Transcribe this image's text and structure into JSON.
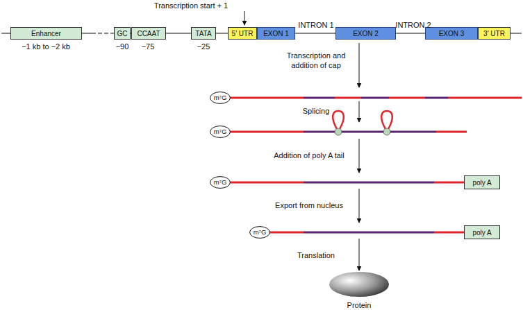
{
  "diagram": {
    "nodes": [
      {
        "text": [
          "Enhancer"
        ]
      },
      {
        "text": [
          "GC"
        ]
      },
      {
        "text": [
          "CCAAT"
        ]
      },
      {
        "text": [
          "TATA"
        ]
      },
      {
        "text": [
          "5′ UTR"
        ]
      },
      {
        "text": [
          "EXON 1"
        ]
      },
      {
        "text": [
          "EXON 2"
        ]
      },
      {
        "text": [
          "EXON 3"
        ]
      },
      {
        "text": [
          "3′ UTR"
        ]
      },
      {
        "text": [
          "m⁷G"
        ]
      },
      {
        "text": [
          "m⁷G"
        ]
      },
      {
        "text": [
          "m⁷G"
        ]
      },
      {
        "text": [
          "poly A"
        ]
      },
      {
        "text": [
          "m⁷G"
        ]
      },
      {
        "text": [
          "poly A"
        ]
      },
      {
        "text": [
          "Protein"
        ]
      }
    ],
    "labels": [
      "Transcription start + 1",
      "−1 kb to −2 kb",
      "−90",
      "−75",
      "−25",
      "INTRON 1",
      "INTRON 2",
      "Transcription and addition of cap",
      "Splicing",
      "Addition of poly A tail",
      "Export from nucleus",
      "Translation"
    ]
  }
}
